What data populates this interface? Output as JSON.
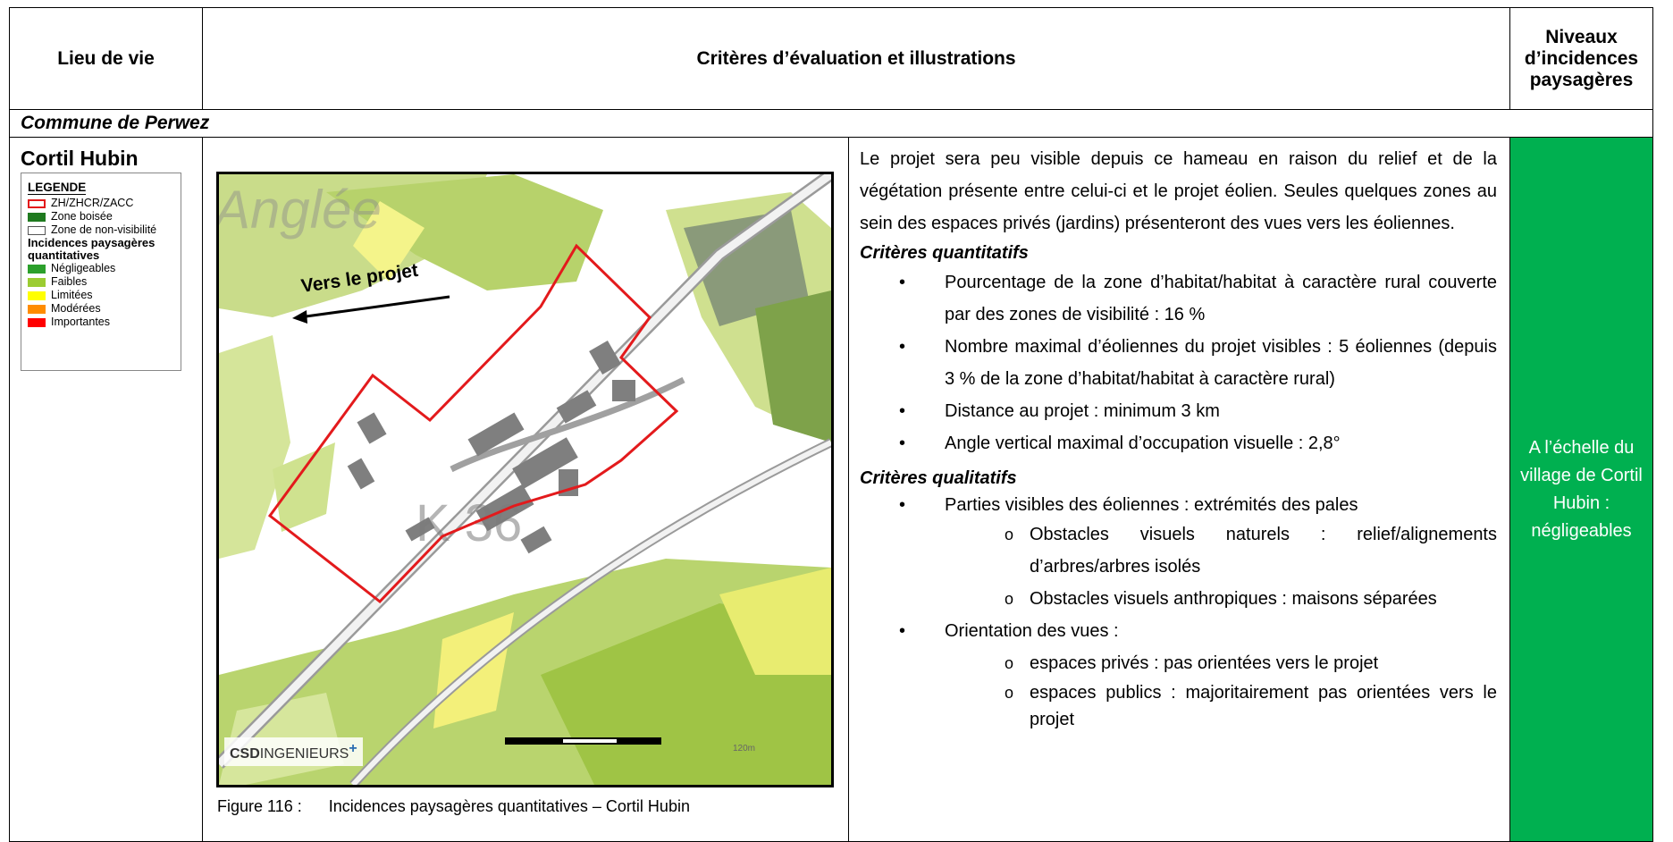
{
  "header": {
    "col1": "Lieu de vie",
    "col2": "Critères d’évaluation et illustrations",
    "col3": "Niveaux d’incidences paysagères"
  },
  "commune": "Commune de Perwez",
  "place": "Cortil Hubin",
  "legend": {
    "title": "LEGENDE",
    "items": [
      {
        "label": "ZH/ZHCR/ZACC",
        "color": "#e31a1c",
        "outline": true
      },
      {
        "label": "Zone boisée",
        "color": "#1f7a1f"
      },
      {
        "label": "Zone de non-visibilité",
        "color": "#ffffff",
        "outline": true
      }
    ],
    "subtitle": "Incidences paysagères quantitatives",
    "levels": [
      {
        "label": "Négligeables",
        "color": "#2ca02c"
      },
      {
        "label": "Faibles",
        "color": "#9bcc32"
      },
      {
        "label": "Limitées",
        "color": "#ffff00"
      },
      {
        "label": "Modérées",
        "color": "#ff8c00"
      },
      {
        "label": "Importantes",
        "color": "#ff0000"
      }
    ]
  },
  "map": {
    "arrow_label": "Vers le projet",
    "watermark": "Anglée",
    "road_label": "K 36",
    "logo_bold": "CSD",
    "logo_rest": "INGENIEURS",
    "logo_plus": "+",
    "scale_label": "120m",
    "caption_num": "Figure 116 :",
    "caption_text": "Incidences paysagères quantitatives – Cortil Hubin"
  },
  "text": {
    "intro": "Le projet sera peu visible depuis ce hameau en raison du relief et de la végétation présente entre celui-ci et le projet éolien. Seules quelques zones au sein des espaces privés (jardins) présenteront des vues vers les éoliennes.",
    "quant_title": "Critères quantitatifs",
    "quant": [
      "Pourcentage de la zone d’habitat/habitat à caractère rural couverte par des zones de visibilité : 16 %",
      "Nombre maximal d’éoliennes du projet visibles : 5 éoliennes (depuis 3 % de la zone d’habitat/habitat à caractère rural)",
      "Distance au projet : minimum 3 km",
      "Angle vertical maximal d’occupation visuelle : 2,8°"
    ],
    "qual_title": "Critères qualitatifs",
    "qual_1": "Parties visibles des éoliennes : extrémités des pales",
    "qual_1_sub": [
      "Obstacles visuels naturels : relief/alignements d’arbres/arbres isolés",
      "Obstacles visuels anthropiques : maisons séparées"
    ],
    "qual_2": "Orientation des vues :",
    "qual_2_sub": [
      "espaces privés : pas orientées vers le projet",
      "espaces publics : majoritairement pas orientées vers le projet"
    ],
    "bullet": "•",
    "sub_bullet": "o"
  },
  "result": "A l’échelle du village de Cortil Hubin : négligeables"
}
